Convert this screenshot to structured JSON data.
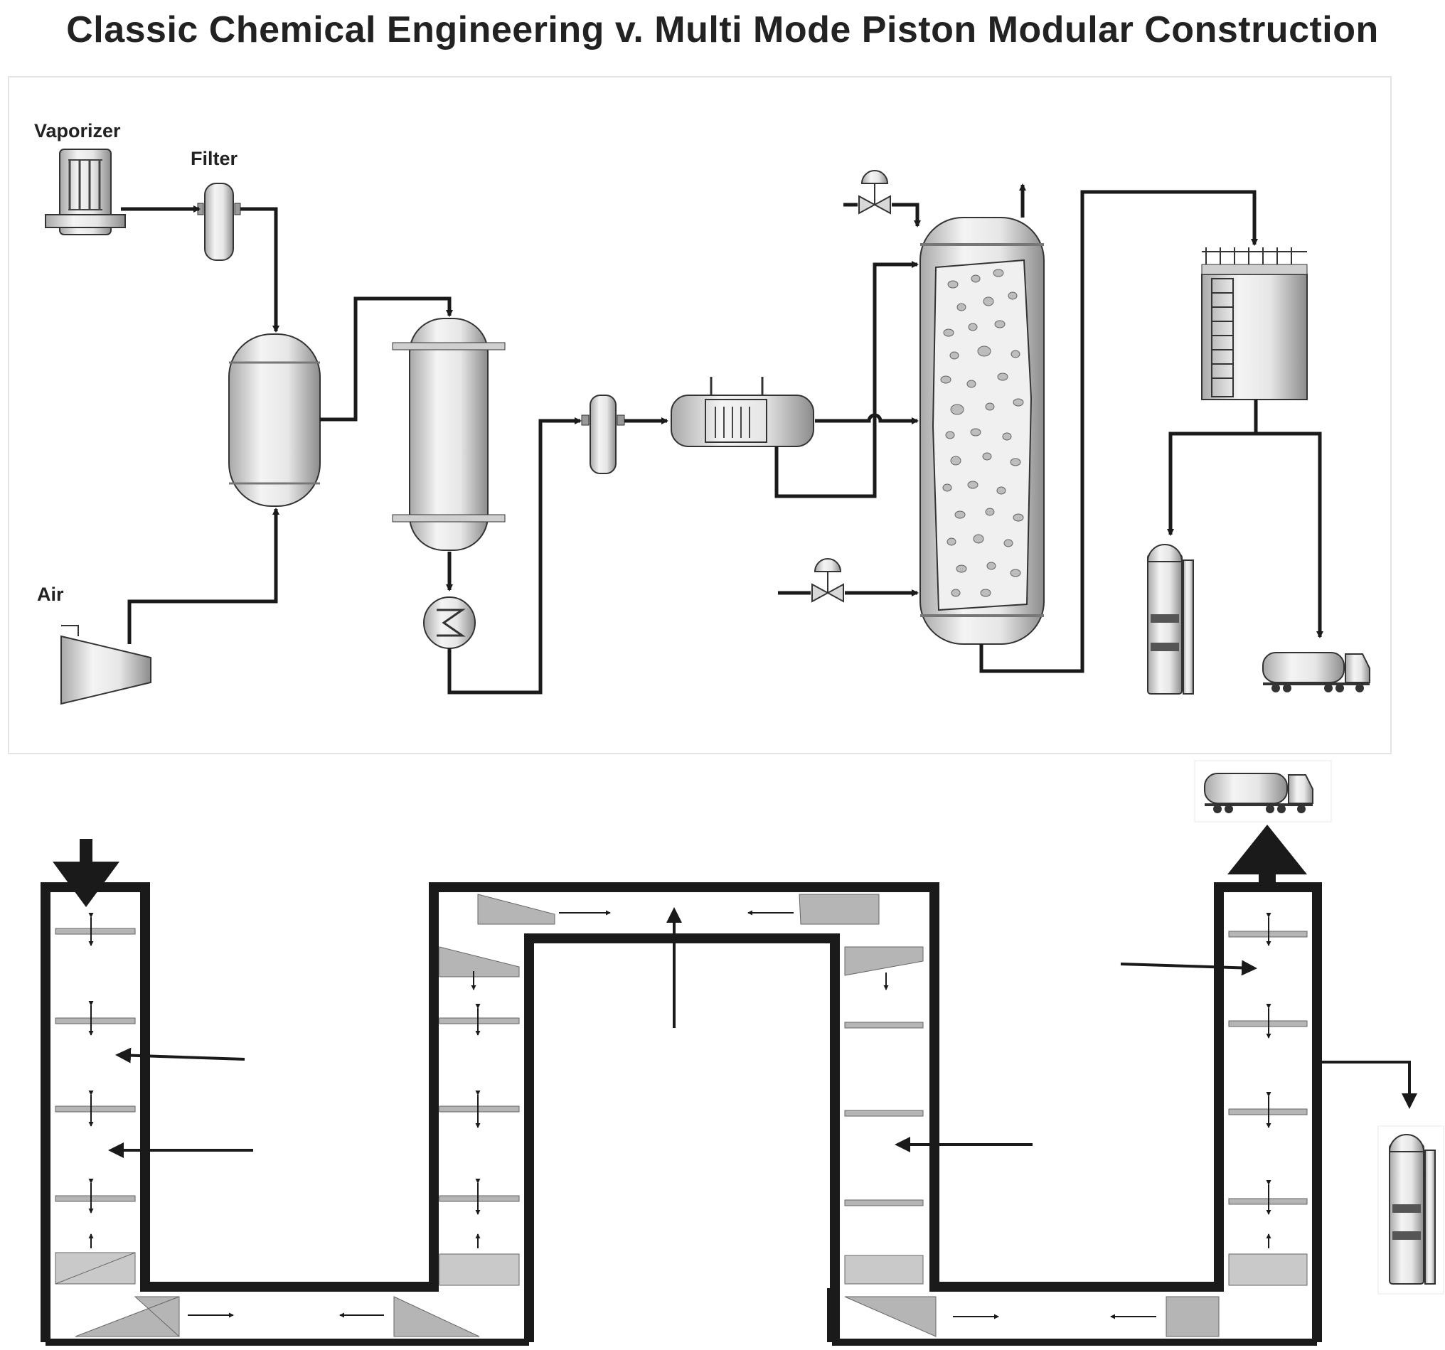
{
  "title": "Classic Chemical Engineering v. Multi Mode Piston Modular Construction",
  "labels": {
    "vaporizer": "Vaporizer",
    "filter": "Filter",
    "air": "Air"
  },
  "colors": {
    "line": "#1a1a1a",
    "metal_light": "#f2f2f2",
    "metal_dark": "#9a9a9a",
    "plate": "#b5b5b5",
    "panel_border": "#e4e4e4"
  },
  "icons": [
    "vaporizer-icon",
    "filter-icon",
    "air-compressor-icon",
    "vessel-icon",
    "column-icon",
    "heat-exchanger-icon",
    "control-valve-icon",
    "reactor-icon",
    "storage-tank-icon",
    "tower-icon",
    "tanker-truck-icon"
  ]
}
